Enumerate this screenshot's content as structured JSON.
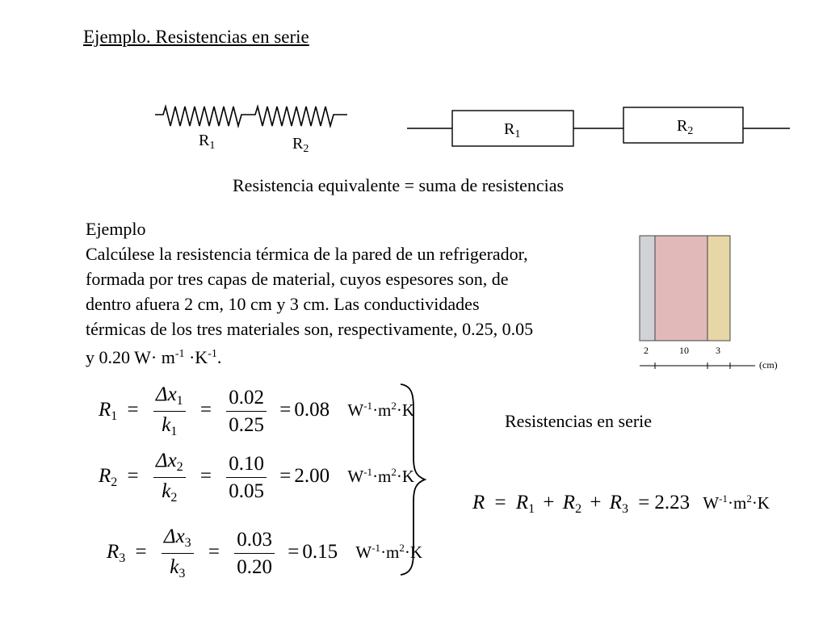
{
  "title": "Ejemplo. Resistencias en serie",
  "circuit": {
    "r1": "R",
    "r1_sub": "1",
    "r2": "R",
    "r2_sub": "2"
  },
  "equivalent_text": "Resistencia equivalente = suma de resistencias",
  "example": {
    "heading": "Ejemplo",
    "line1": "Calcúlese la resistencia térmica de la pared de un refrigerador,",
    "line2": "formada por tres capas de material, cuyos espesores son, de",
    "line3": "dentro afuera 2 cm, 10 cm y 3 cm. Las conductividades",
    "line4": "térmicas de los tres materiales son, respectivamente, 0.25, 0.05",
    "line5_a": "y 0.20 W· m",
    "line5_sup1": "-1",
    "line5_b": " ·K",
    "line5_sup2": "-1",
    "line5_c": "."
  },
  "wall": {
    "layer1_label": "2",
    "layer2_label": "10",
    "layer3_label": "3",
    "unit": "(cm)",
    "colors": {
      "layer1": "#d0d2d6",
      "layer2": "#e2b9b9",
      "layer3": "#e8d7a6"
    }
  },
  "equations": [
    {
      "sym": "R",
      "sub": "1",
      "dx": "Δx",
      "dxsub": "1",
      "k": "k",
      "ksub": "1",
      "num": "0.02",
      "den": "0.25",
      "result": "0.08"
    },
    {
      "sym": "R",
      "sub": "2",
      "dx": "Δx",
      "dxsub": "2",
      "k": "k",
      "ksub": "2",
      "num": "0.10",
      "den": "0.05",
      "result": "2.00"
    },
    {
      "sym": "R",
      "sub": "3",
      "dx": "Δx",
      "dxsub": "3",
      "k": "k",
      "ksub": "3",
      "num": "0.03",
      "den": "0.20",
      "result": "0.15"
    }
  ],
  "unit": {
    "w": "W",
    "sup1": "-1",
    "m": "·m",
    "sup2": "2",
    "k": "·K"
  },
  "series": {
    "label": "Resistencias en serie",
    "total_sym": "R",
    "r1": "R",
    "r1_sub": "1",
    "r2": "R",
    "r2_sub": "2",
    "r3": "R",
    "r3_sub": "3",
    "result": "2.23"
  }
}
